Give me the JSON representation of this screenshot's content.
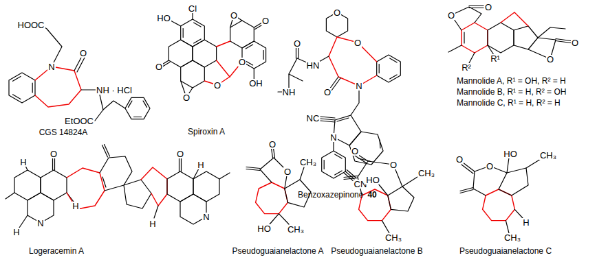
{
  "diagram": {
    "labels": [
      "HOOC",
      "N",
      "O",
      "NH · HCl",
      "EtOOC",
      "CGS 14824A",
      "Cl",
      "HO",
      "O",
      "O",
      "O",
      "O",
      "O",
      "O",
      "OH",
      "Spiroxin A",
      "O",
      "O",
      "N",
      "O",
      "HN",
      "O",
      "NH",
      "NC",
      "N",
      "CN",
      "Benzoxazepinone",
      "40",
      "O",
      "O",
      "R¹",
      "R²",
      "O",
      "O",
      "Mannolide A, R¹ = OH, R² = H",
      "Mannolide B, R¹ = H, R² = OH",
      "Mannolide C, R¹ = H, R² = H",
      "O",
      "H",
      "H",
      "N",
      "H",
      "O",
      "H",
      "H",
      "N",
      "Logeracemin A",
      "O",
      "O",
      "CH₃",
      "HO",
      "CH₃",
      "Pseudoguaianelactone A",
      "O",
      "O",
      "HO",
      "CH₃",
      "CH₃",
      "Pseudoguaianelactone B",
      "O",
      "O",
      "HO",
      "CH₃",
      "H",
      "CH₃",
      "Pseudoguaianelactone C"
    ]
  }
}
